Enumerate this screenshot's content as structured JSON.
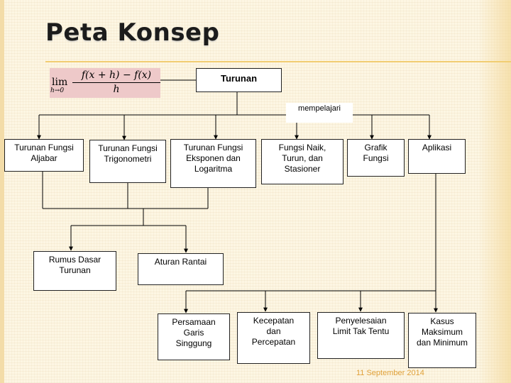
{
  "slide": {
    "title": "Peta Konsep",
    "date": "11 September 2014"
  },
  "formula": {
    "lim": "lim",
    "limit_under": "h→0",
    "numerator": "f(x + h) − f(x)",
    "denominator": "h"
  },
  "diagram": {
    "root": "Turunan",
    "edge_label": "mempelajari",
    "topics": [
      "Turunan Fungsi Aljabar",
      "Turunan Fungsi Trigonometri",
      "Turunan Fungsi Eksponen dan Logaritma",
      "Fungsi Naik, Turun, dan Stasioner",
      "Grafik Fungsi",
      "Aplikasi"
    ],
    "rules": [
      "Rumus Dasar Turunan",
      "Aturan Rantai"
    ],
    "applications": [
      "Persamaan Garis Singgung",
      "Kecepatan dan Percepatan",
      "Penyelesaian Limit Tak Tentu",
      "Kasus Maksimum dan Minimum"
    ]
  },
  "colors": {
    "background": "#fdf6e3",
    "accent_rule": "#f1cd72",
    "formula_highlight": "#eec9c9",
    "date_text": "#e0a13a"
  }
}
